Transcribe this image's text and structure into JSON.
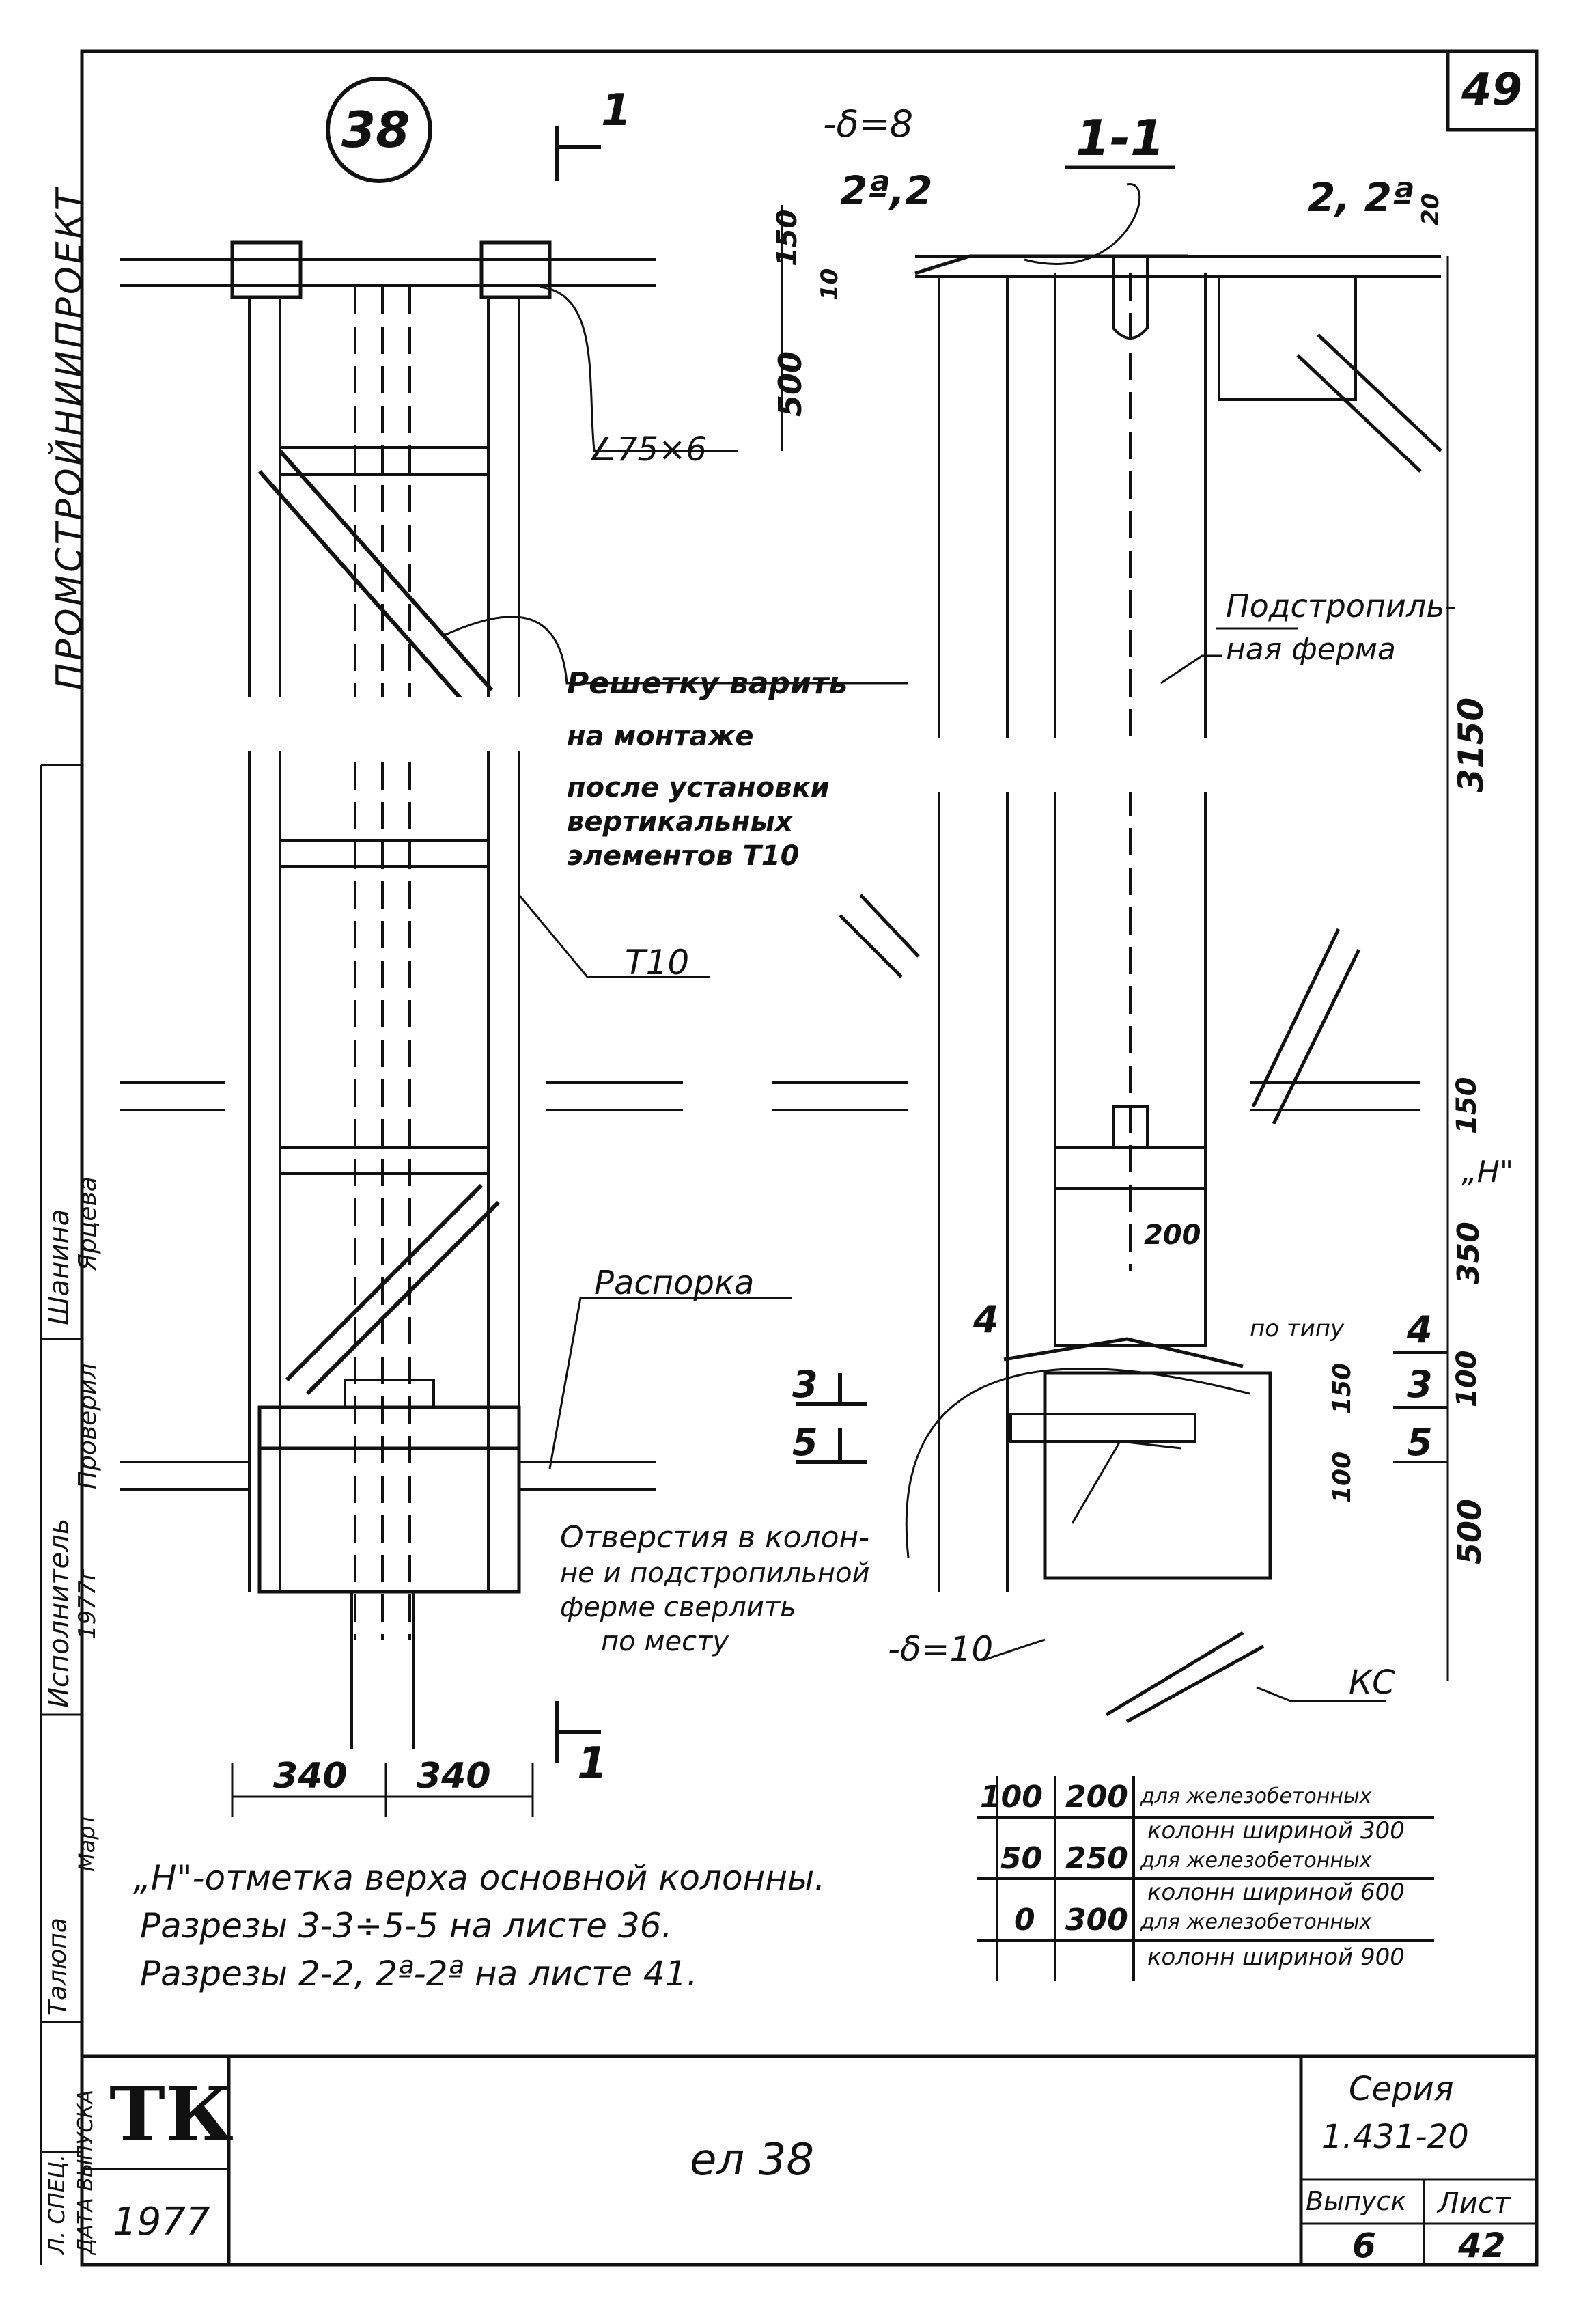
{
  "sheet": {
    "detail_number": "38",
    "sheet_corner_number": "49",
    "section_mark_1": "1",
    "section_title": "1-1",
    "section_marks": {
      "m22a_left": "2ª,2",
      "m22a_right": "2, 2ª",
      "m4": "4",
      "m4r": "4",
      "m3": "3",
      "m5": "5",
      "m3r": "3",
      "m5r": "5"
    }
  },
  "side_stamp": {
    "org": "ПРОМСТРОЙНИИПРОЕКТ",
    "roles": [
      "Исполнитель",
      "Проверил"
    ],
    "names": [
      "Шанина",
      "Ярцева"
    ],
    "date_label": "1977г",
    "tk_row": [
      "Талюпа",
      "Март"
    ],
    "bottom": [
      "Л. СПЕЦ.",
      "ДАТА ВЫПУСКА"
    ]
  },
  "callouts": {
    "angle": "∠75×6",
    "lattice_1": "Решетку варить",
    "lattice_2": "на монтаже",
    "lattice_3": "после установки",
    "lattice_4": "вертикальных",
    "lattice_5": "элементов Т10",
    "t10": "Т10",
    "strut": "Распорка",
    "plate_8": "-δ=8",
    "plate_10": "-δ=10",
    "truss_1": "Подстропиль-",
    "truss_2": "ная ферма",
    "holes_1": "Отверстия в колон-",
    "holes_2": "не и подстропильной",
    "holes_3": "ферме сверлить",
    "holes_4": "по месту",
    "by_type": "по типу",
    "kc": "КС",
    "h_mark": "„Н\""
  },
  "dimensions": {
    "d150": "150",
    "d10": "10",
    "d500": "500",
    "d20": "20",
    "d3150": "3150",
    "d150b": "150",
    "d200": "200",
    "d350": "350",
    "d100": "100",
    "d150c": "150",
    "d100b": "100",
    "d500b": "500",
    "w340a": "340",
    "w340b": "340"
  },
  "table": {
    "rows": [
      {
        "a": "100",
        "b": "200",
        "text1": "для железобетонных",
        "text2": "колонн шириной 300"
      },
      {
        "a": "50",
        "b": "250",
        "text1": "для железобетонных",
        "text2": "колонн шириной 600"
      },
      {
        "a": "0",
        "b": "300",
        "text1": "для железобетонных",
        "text2": "колонн шириной 900"
      }
    ]
  },
  "notes": [
    "„Н\"-отметка верха основной колонны.",
    "Разрезы 3-3÷5-5 на листе 36.",
    "Разрезы 2-2, 2ª-2ª на листе 41."
  ],
  "title_block": {
    "tk": "ТК",
    "year": "1977",
    "center": "ел 38",
    "series_label": "Серия",
    "series_value": "1.431-20",
    "issue_label": "Выпуск",
    "sheet_label": "Лист",
    "issue_value": "6",
    "sheet_value": "42"
  }
}
